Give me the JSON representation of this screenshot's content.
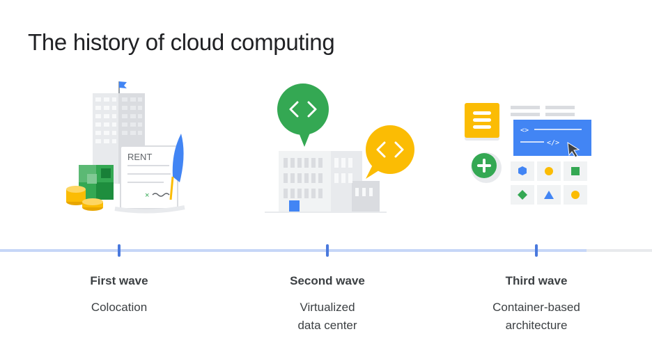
{
  "title": "The history of cloud computing",
  "waves": [
    {
      "title": "First wave",
      "subtitle_lines": [
        "Colocation"
      ]
    },
    {
      "title": "Second wave",
      "subtitle_lines": [
        "Virtualized",
        "data center"
      ]
    },
    {
      "title": "Third wave",
      "subtitle_lines": [
        "Container-based",
        "architecture"
      ]
    }
  ],
  "icons": {
    "first": "rent-building-icon",
    "second": "virtualized-datacenter-icon",
    "third": "container-architecture-icon"
  },
  "illustration_text": {
    "rent": "RENT"
  },
  "colors": {
    "timeline_active": "#c6d6f7",
    "timeline_tick": "#4a79dd",
    "google_blue": "#4285f4",
    "google_green": "#34a853",
    "google_yellow": "#fbbc04"
  }
}
